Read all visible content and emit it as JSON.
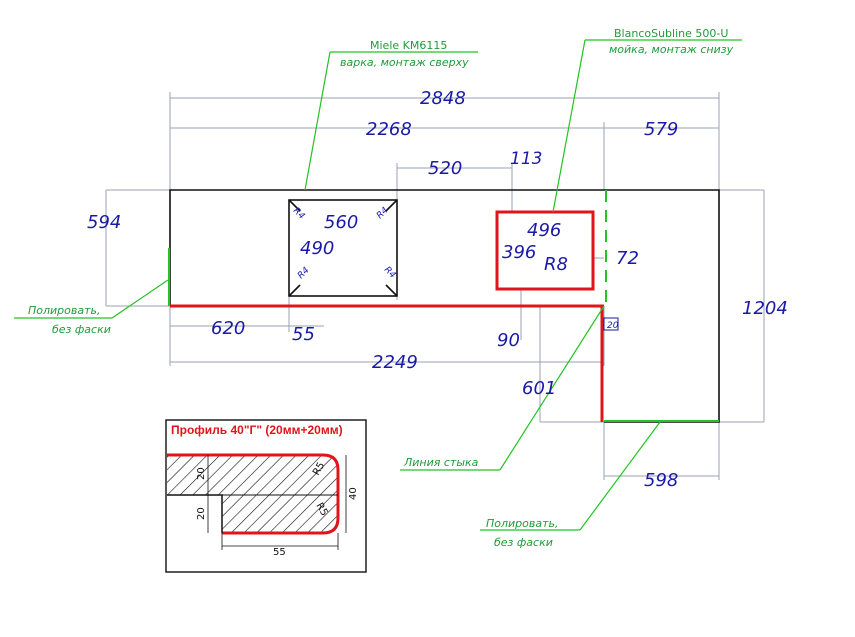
{
  "dimensions": {
    "total_width": "2848",
    "left_width": "2268",
    "right_width": "579",
    "hob_offset": "520",
    "sink_offset": "113",
    "depth_left": "594",
    "hob_width": "560",
    "hob_depth": "490",
    "sink_width": "496",
    "sink_depth": "396",
    "sink_radius": "R8",
    "sink_edge": "72",
    "left_620": "620",
    "left_55": "55",
    "under_90": "90",
    "bottom_2249": "2249",
    "right_601": "601",
    "right_1204": "1204",
    "bottom_598": "598",
    "joint_20": "20"
  },
  "hob_corner_radii": [
    "R4",
    "R4",
    "R4",
    "R4"
  ],
  "notes": {
    "hob_model": "Miele KM6115",
    "hob_mount": "варка, монтаж сверху",
    "sink_model": "BlancoSubline 500-U",
    "sink_mount": "мойка, монтаж снизу",
    "polish_left_1": "Полировать,",
    "polish_left_2": "без фаски",
    "joint_line": "Линия стыка",
    "polish_bottom_1": "Полировать,",
    "polish_bottom_2": "без фаски"
  },
  "profile": {
    "title": "Профиль 40\"Г\" (20мм+20мм)",
    "dim_top_20": "20",
    "dim_left_20": "20",
    "dim_40": "40",
    "dim_55": "55",
    "radius_top": "R5",
    "radius_bottom": "R5"
  },
  "colors": {
    "dimension_text": "#1a1aa6",
    "edge_red": "#e0141a",
    "polish_green": "#22c322",
    "outline": "#111111"
  }
}
